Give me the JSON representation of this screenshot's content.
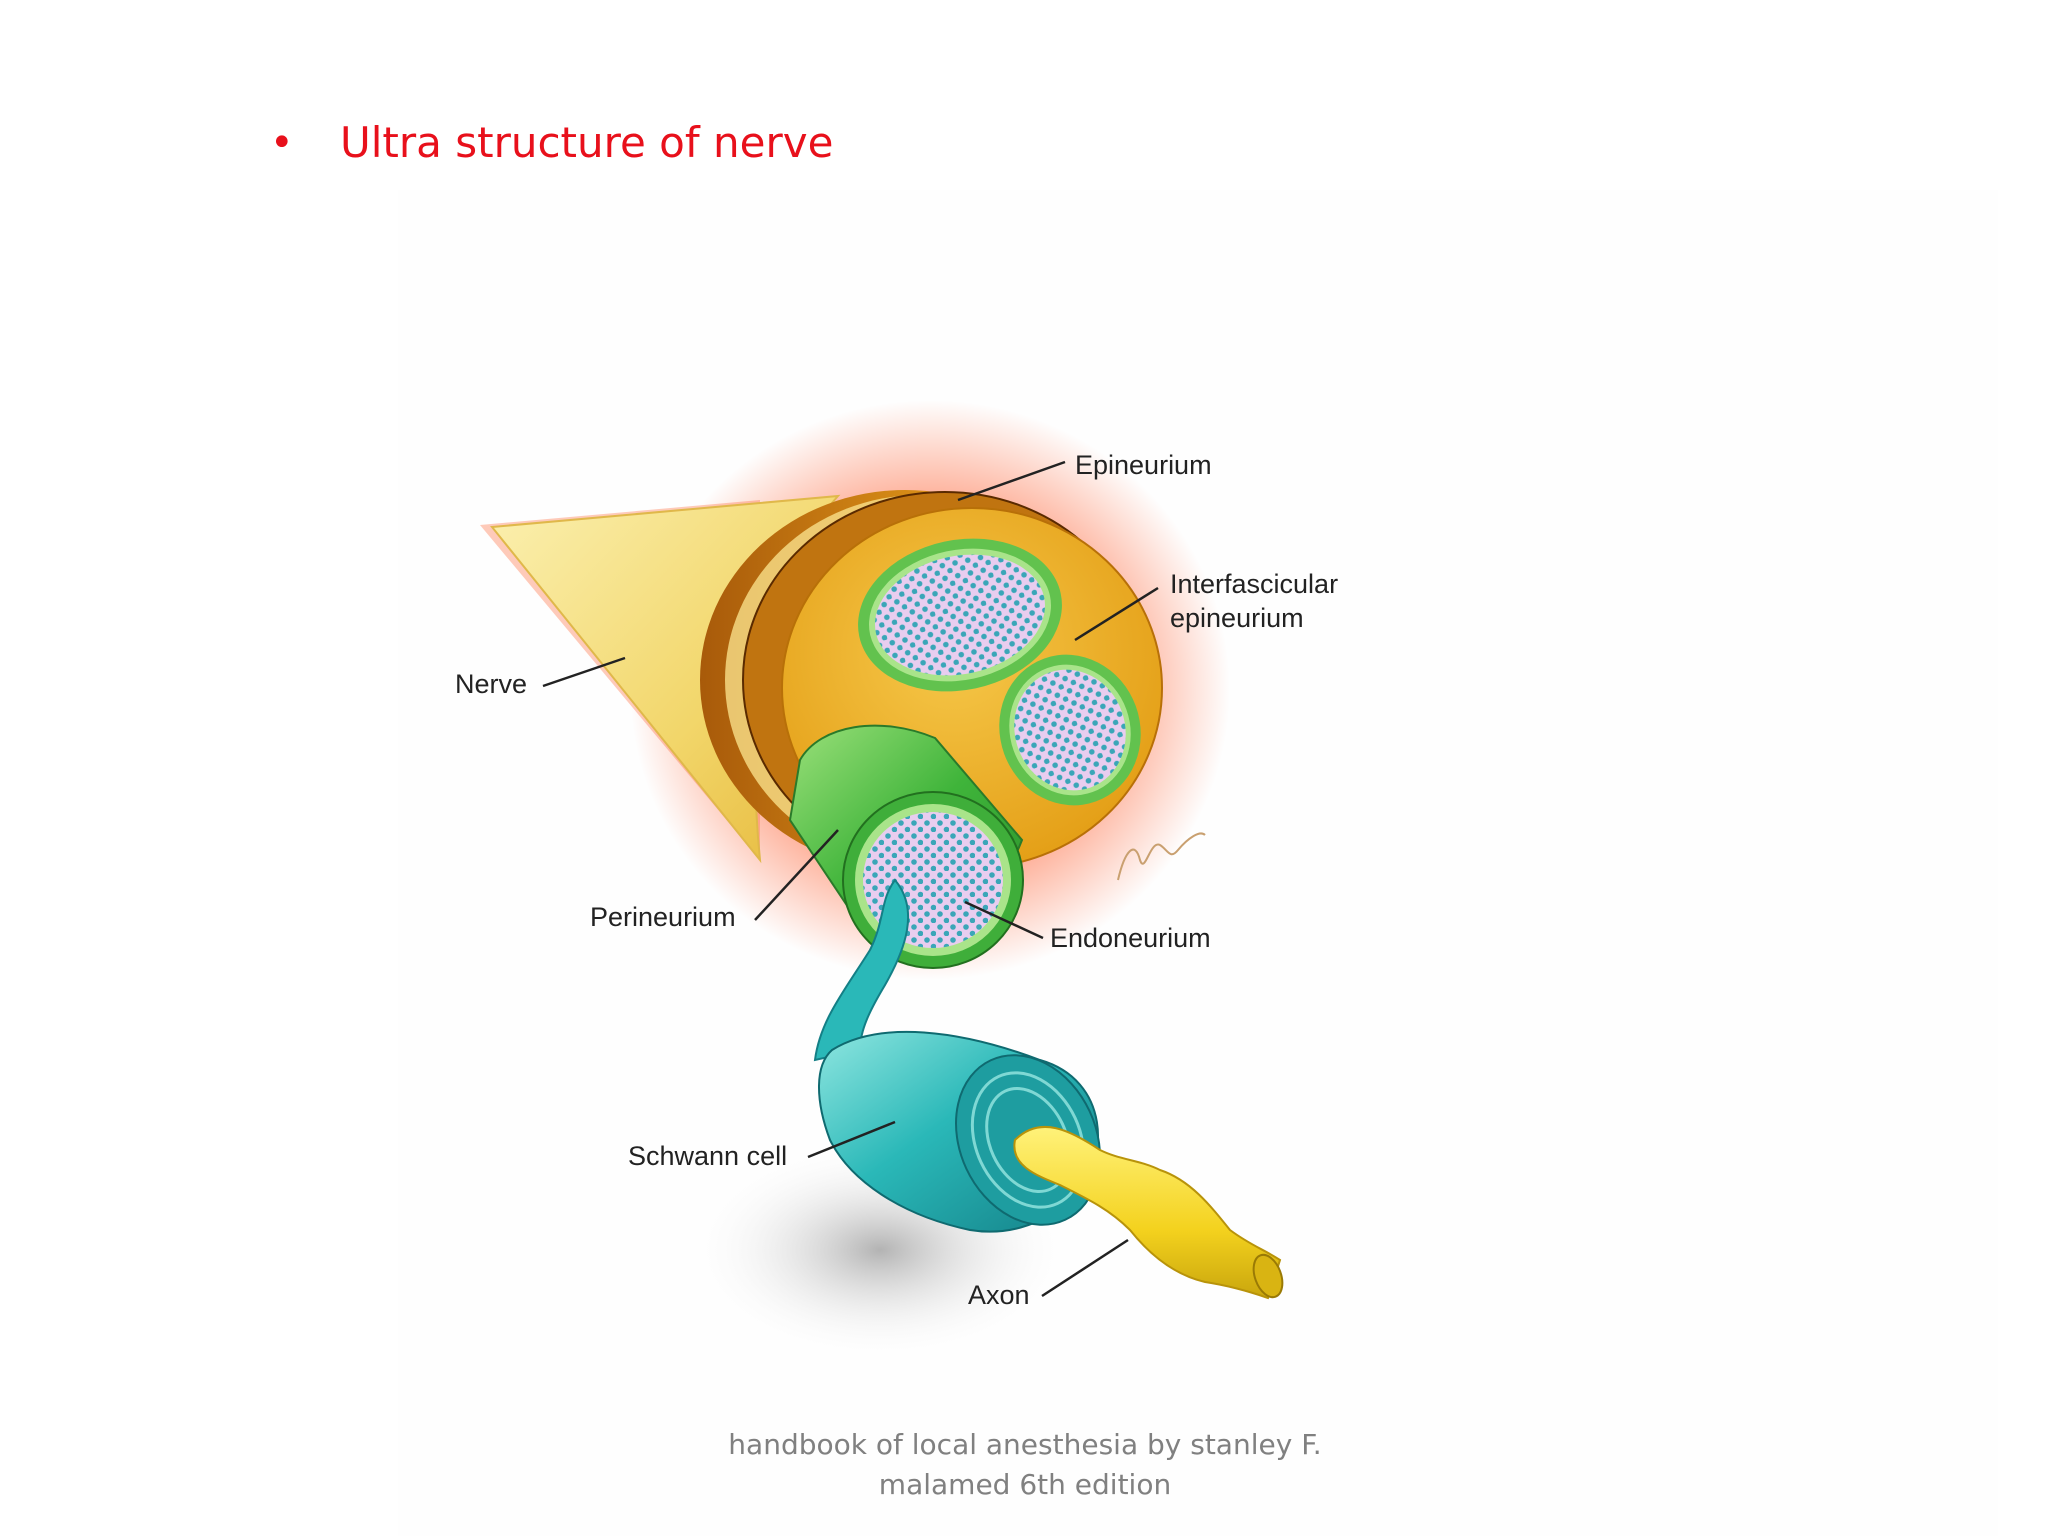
{
  "slide": {
    "bullet_char": "•",
    "title": "Ultra structure of nerve",
    "title_color": "#e8101b"
  },
  "diagram": {
    "labels": {
      "epineurium": "Epineurium",
      "interfascicular_1": "Interfascicular",
      "interfascicular_2": "epineurium",
      "nerve": "Nerve",
      "perineurium": "Perineurium",
      "endoneurium": "Endoneurium",
      "schwann_cell": "Schwann cell",
      "axon": "Axon"
    },
    "colors": {
      "epineurium": "#e8a81a",
      "perineurium": "#5cc44a",
      "endoneurium": "#e6c6ea",
      "fiber_dots": "#3aa6b8",
      "schwann_cell": "#2ab8b8",
      "axon": "#f4d21e",
      "nerve_cone": "#f3df86"
    }
  },
  "caption": {
    "line1": "handbook of local anesthesia by stanley F.",
    "line2": "malamed 6th edition"
  }
}
